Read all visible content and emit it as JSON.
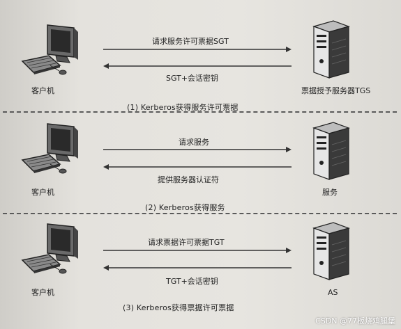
{
  "panels": [
    {
      "client_label": "客户机",
      "server_label": "票据授予服务器TGS",
      "request_label": "请求服务许可票据SGT",
      "response_label": "SGT+会话密钥",
      "caption": "(1) Kerberos获得服务许可票据"
    },
    {
      "client_label": "客户机",
      "server_label": "服务",
      "request_label": "请求服务",
      "response_label": "提供服务器认证符",
      "caption": "(2) Kerberos获得服务"
    },
    {
      "client_label": "客户机",
      "server_label": "AS",
      "request_label": "请求票据许可票据TGT",
      "response_label": "TGT+会话密钥",
      "caption": "(3) Kerberos获得票据许可票据"
    }
  ],
  "watermark": "CSDN @77板烧鸡腿堡"
}
